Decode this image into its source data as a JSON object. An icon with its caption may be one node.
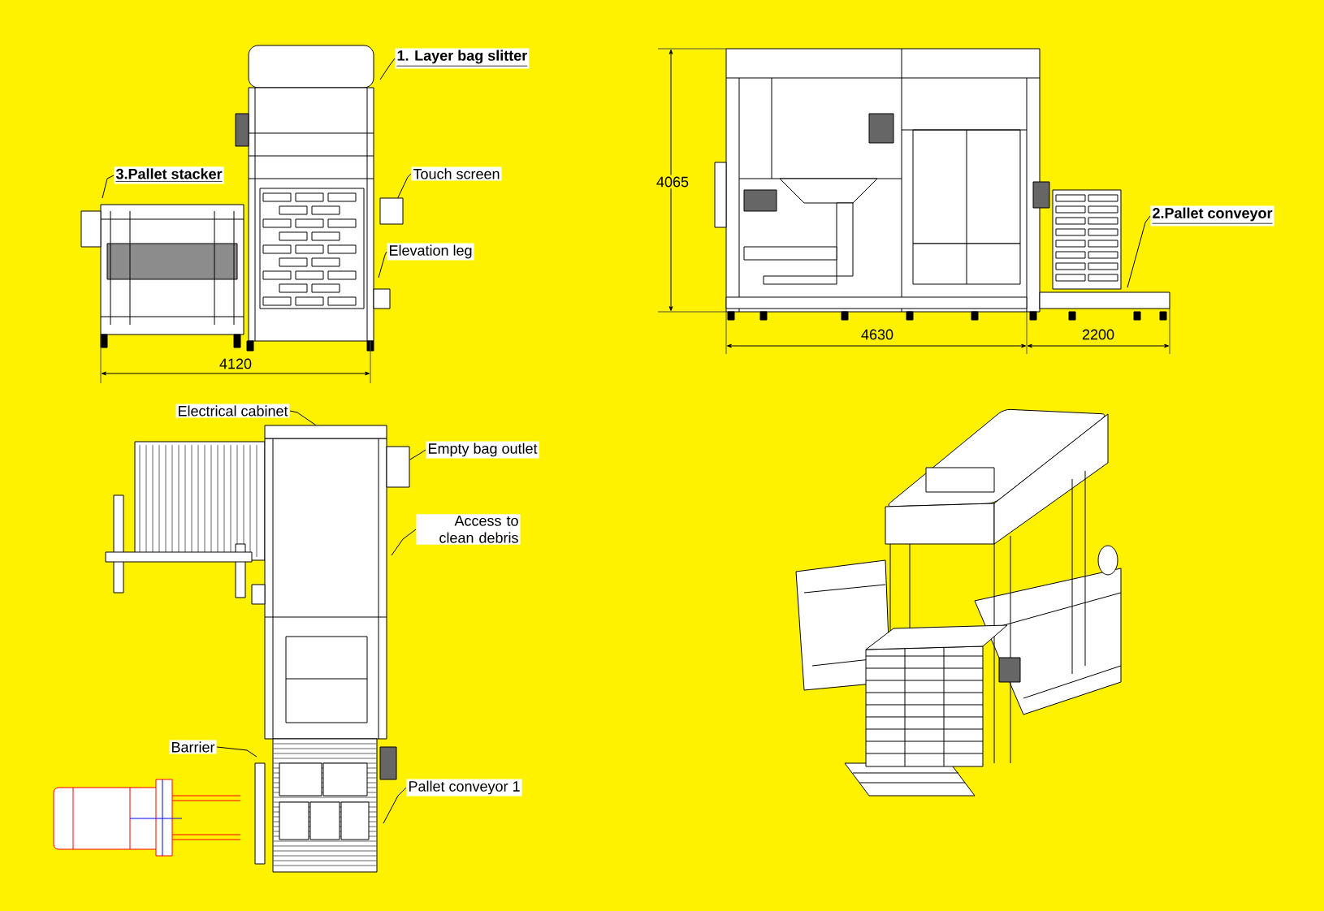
{
  "diagram": {
    "nodes": [
      {
        "text": [
          "1. Layer bag slitter"
        ]
      },
      {
        "text": [
          "3.Pallet stacker"
        ]
      },
      {
        "text": [
          "Touch screen"
        ]
      },
      {
        "text": [
          "Elevation leg"
        ]
      },
      {
        "text": [
          "2.Pallet conveyor"
        ]
      },
      {
        "text": [
          "Electrical cabinet"
        ]
      },
      {
        "text": [
          "Empty bag outlet"
        ]
      },
      {
        "text": [
          "Access to clean debris"
        ]
      },
      {
        "text": [
          "Barrier"
        ]
      },
      {
        "text": [
          "Pallet conveyor 1"
        ]
      },
      {
        "text": [],
        "shape": "box"
      },
      {
        "text": [],
        "shape": "box"
      },
      {
        "text": [],
        "shape": "box"
      }
    ],
    "edges": [
      {
        "from": 0,
        "to": null,
        "arrow": "none"
      },
      {
        "from": 1,
        "to": null,
        "arrow": "none"
      },
      {
        "from": 2,
        "to": 10,
        "arrow": "none"
      },
      {
        "from": 3,
        "to": null,
        "arrow": "none"
      },
      {
        "from": 4,
        "to": null,
        "arrow": "none"
      },
      {
        "from": 5,
        "to": 11,
        "arrow": "none"
      },
      {
        "from": 6,
        "to": 12,
        "arrow": "none"
      },
      {
        "from": 7,
        "to": null,
        "arrow": "none"
      },
      {
        "from": 8,
        "to": null,
        "arrow": "none"
      },
      {
        "from": 9,
        "to": null,
        "arrow": "none"
      }
    ],
    "labels": [
      "4120",
      "4065",
      "4630",
      "2200"
    ]
  }
}
